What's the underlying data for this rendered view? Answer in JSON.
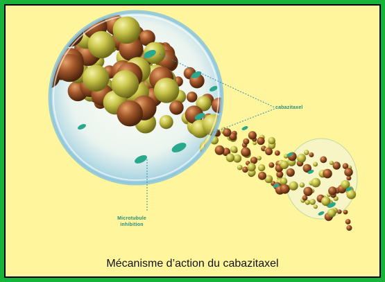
{
  "labels": {
    "cabazitaxel": "cabazitaxel",
    "microtubule_line1": "Microtubule",
    "microtubule_line2": "inhibition"
  },
  "caption": "Mécanisme d’action du cabazitaxel",
  "colors": {
    "border_green": "#17b33a",
    "panel_yellow": "#fff59c",
    "tubulin_brown": "#8a4a1c",
    "tubulin_olive": "#b5b33d",
    "drug_teal": "#2aa88e",
    "lens_blue": "#c8e6f0"
  }
}
